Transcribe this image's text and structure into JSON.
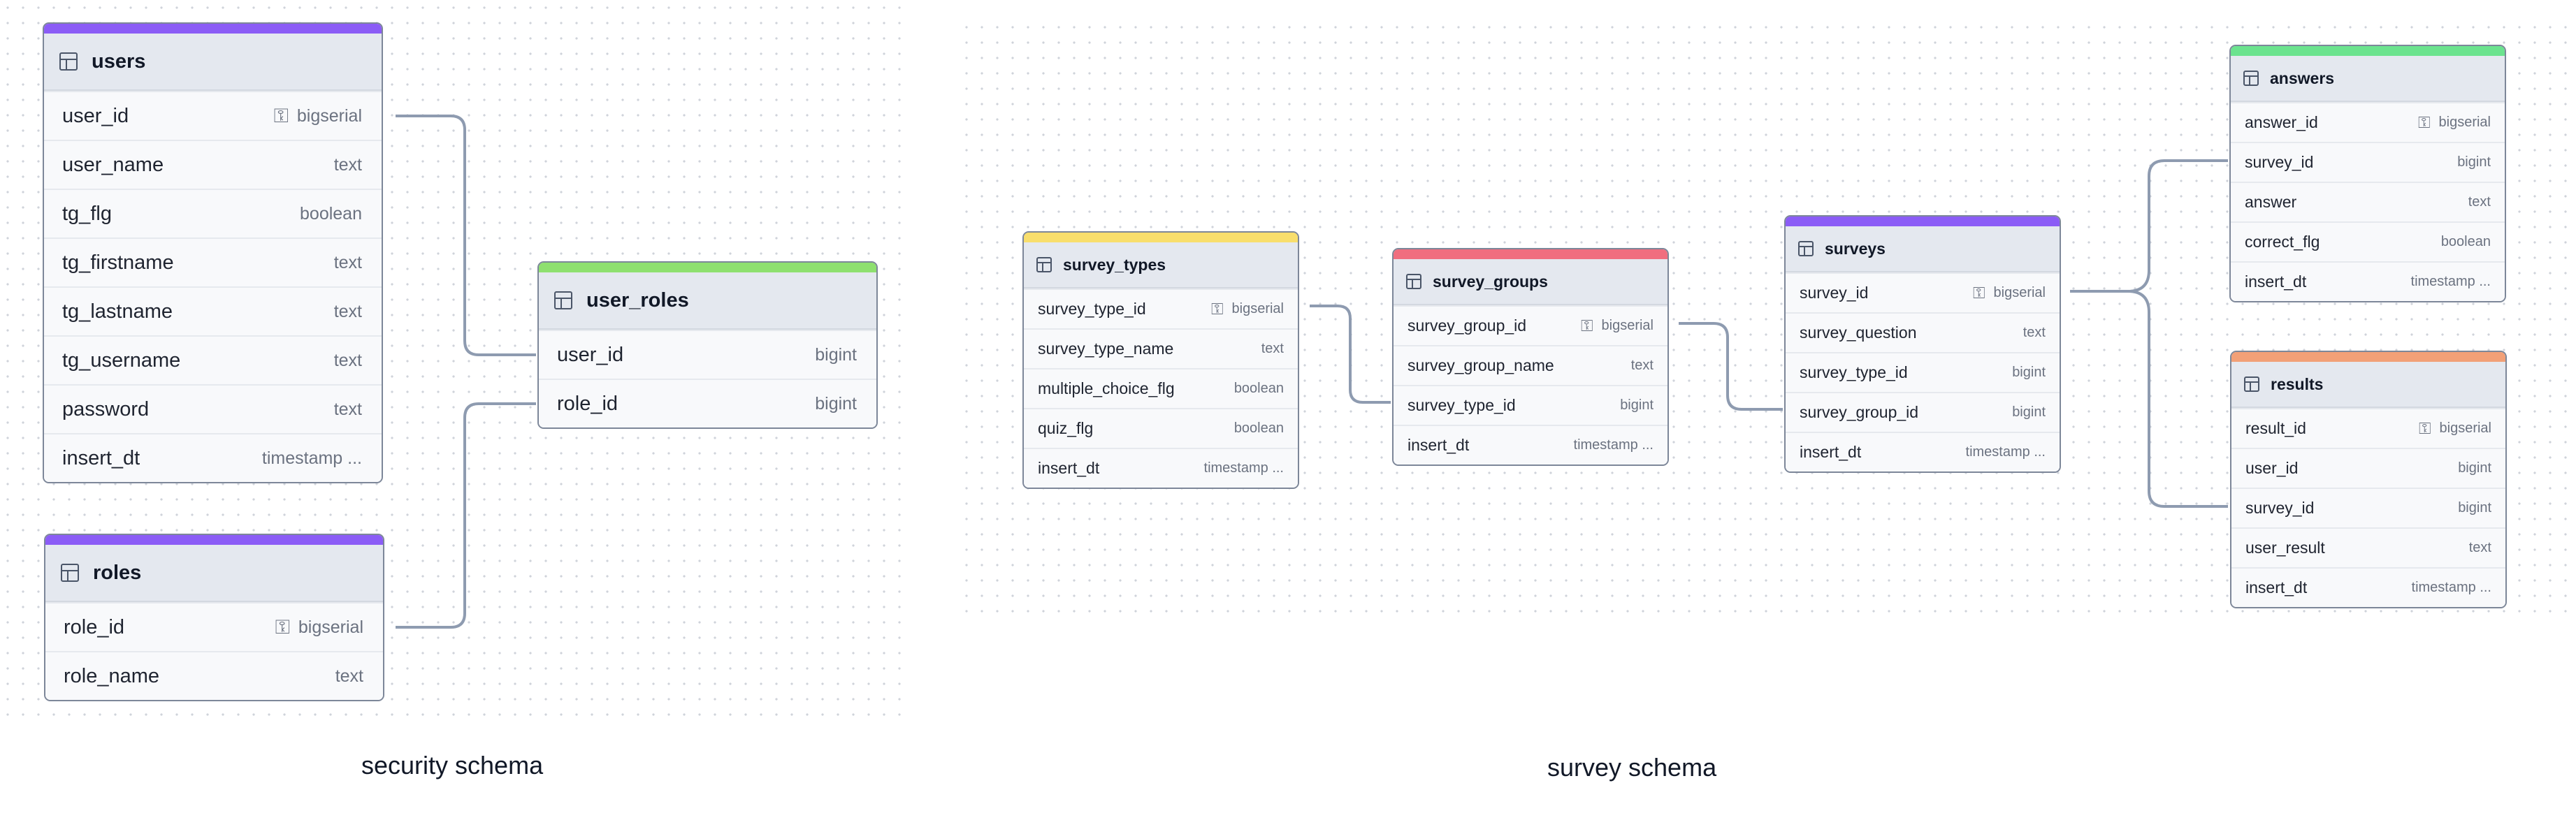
{
  "colors": {
    "users": "#8b5cf6",
    "roles": "#8b5cf6",
    "user_roles": "#8ee06f",
    "survey_types": "#f8de6c",
    "survey_groups": "#f06e7f",
    "surveys": "#8b5cf6",
    "answers": "#6be38e",
    "results": "#f2a077",
    "connector": "#8e9bb0"
  },
  "icons": {
    "table": "table-icon",
    "primary_key": "key-icon"
  },
  "captions": {
    "security": "security schema",
    "survey": "survey schema"
  },
  "tables": {
    "users": {
      "name": "users",
      "columns": [
        {
          "name": "user_id",
          "type": "bigserial",
          "pk": true
        },
        {
          "name": "user_name",
          "type": "text"
        },
        {
          "name": "tg_flg",
          "type": "boolean"
        },
        {
          "name": "tg_firstname",
          "type": "text"
        },
        {
          "name": "tg_lastname",
          "type": "text"
        },
        {
          "name": "tg_username",
          "type": "text"
        },
        {
          "name": "password",
          "type": "text"
        },
        {
          "name": "insert_dt",
          "type": "timestamp ..."
        }
      ]
    },
    "roles": {
      "name": "roles",
      "columns": [
        {
          "name": "role_id",
          "type": "bigserial",
          "pk": true
        },
        {
          "name": "role_name",
          "type": "text"
        }
      ]
    },
    "user_roles": {
      "name": "user_roles",
      "columns": [
        {
          "name": "user_id",
          "type": "bigint"
        },
        {
          "name": "role_id",
          "type": "bigint"
        }
      ]
    },
    "survey_types": {
      "name": "survey_types",
      "columns": [
        {
          "name": "survey_type_id",
          "type": "bigserial",
          "pk": true
        },
        {
          "name": "survey_type_name",
          "type": "text"
        },
        {
          "name": "multiple_choice_flg",
          "type": "boolean"
        },
        {
          "name": "quiz_flg",
          "type": "boolean"
        },
        {
          "name": "insert_dt",
          "type": "timestamp ..."
        }
      ]
    },
    "survey_groups": {
      "name": "survey_groups",
      "columns": [
        {
          "name": "survey_group_id",
          "type": "bigserial",
          "pk": true
        },
        {
          "name": "survey_group_name",
          "type": "text"
        },
        {
          "name": "survey_type_id",
          "type": "bigint"
        },
        {
          "name": "insert_dt",
          "type": "timestamp ..."
        }
      ]
    },
    "surveys": {
      "name": "surveys",
      "columns": [
        {
          "name": "survey_id",
          "type": "bigserial",
          "pk": true
        },
        {
          "name": "survey_question",
          "type": "text"
        },
        {
          "name": "survey_type_id",
          "type": "bigint"
        },
        {
          "name": "survey_group_id",
          "type": "bigint"
        },
        {
          "name": "insert_dt",
          "type": "timestamp ..."
        }
      ]
    },
    "answers": {
      "name": "answers",
      "columns": [
        {
          "name": "answer_id",
          "type": "bigserial",
          "pk": true
        },
        {
          "name": "survey_id",
          "type": "bigint"
        },
        {
          "name": "answer",
          "type": "text"
        },
        {
          "name": "correct_flg",
          "type": "boolean"
        },
        {
          "name": "insert_dt",
          "type": "timestamp ..."
        }
      ]
    },
    "results": {
      "name": "results",
      "columns": [
        {
          "name": "result_id",
          "type": "bigserial",
          "pk": true
        },
        {
          "name": "user_id",
          "type": "bigint"
        },
        {
          "name": "survey_id",
          "type": "bigint"
        },
        {
          "name": "user_result",
          "type": "text"
        },
        {
          "name": "insert_dt",
          "type": "timestamp ..."
        }
      ]
    }
  }
}
